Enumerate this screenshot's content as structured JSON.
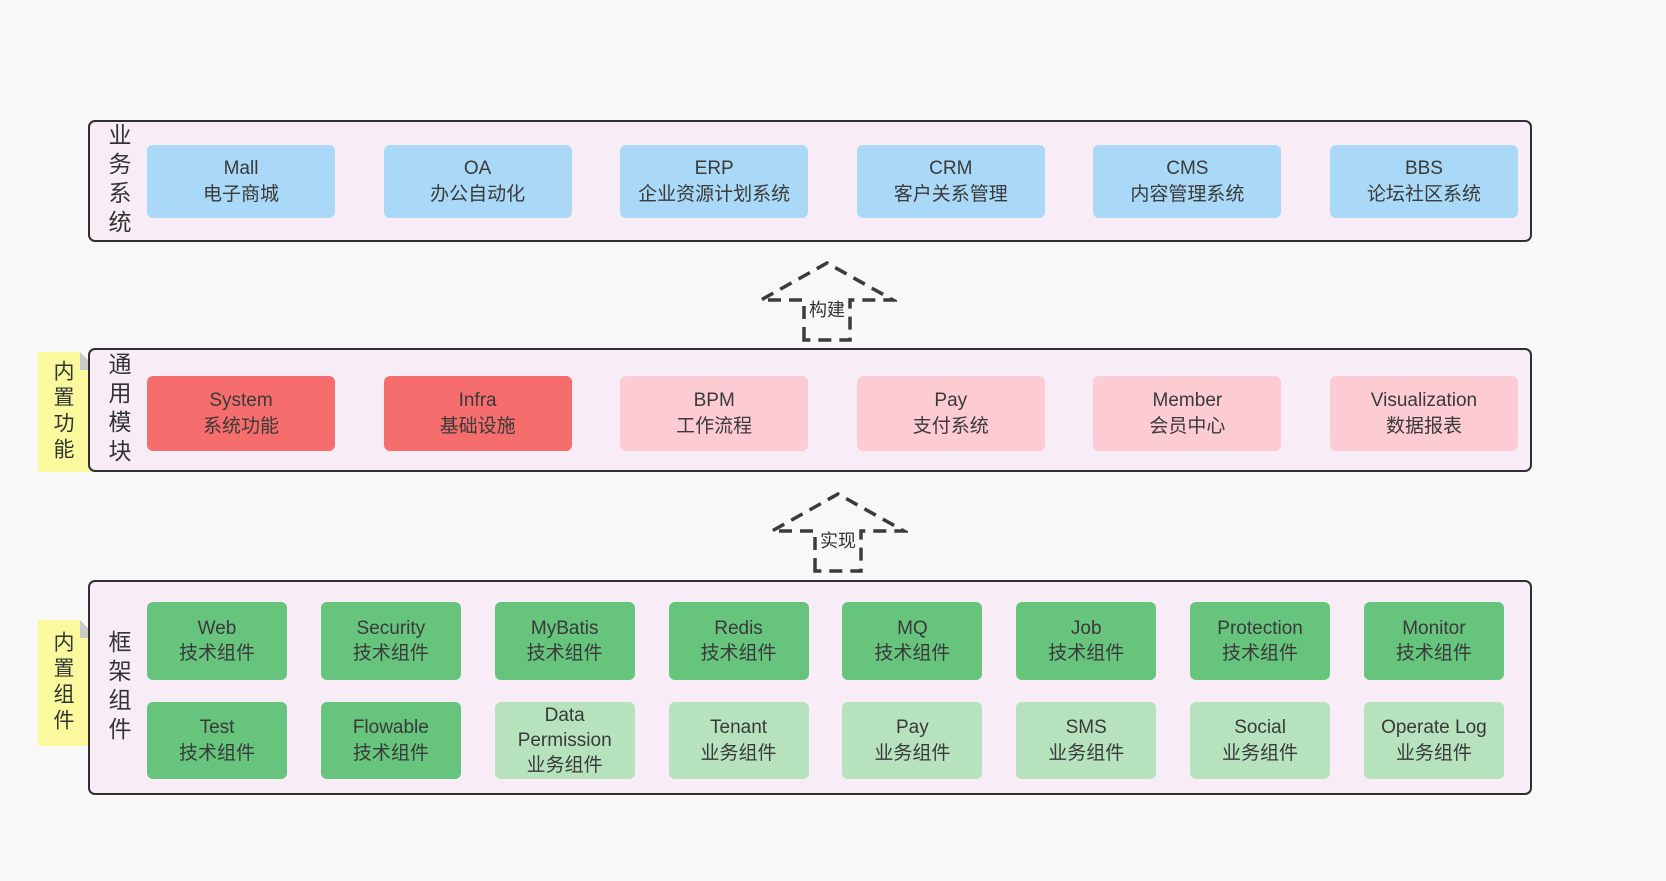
{
  "colors": {
    "page_bg": "#f8f8f8",
    "panel_bg": "#f8edf6",
    "panel_border": "#2f2f2f",
    "blue_box": "#a9d9f7",
    "red_box": "#f56d6d",
    "pink_box": "#fdcbd4",
    "green_box": "#66c47d",
    "light_green_box": "#b6e3bd",
    "sticky_yellow": "#fbf99e",
    "sticky_fold": "#c9c9c9",
    "text": "#3a3a3a"
  },
  "arrows": [
    {
      "label": "构建"
    },
    {
      "label": "实现"
    }
  ],
  "sections": [
    {
      "label": "业务系统",
      "boxes": [
        {
          "title": "Mall",
          "subtitle": "电子商城"
        },
        {
          "title": "OA",
          "subtitle": "办公自动化"
        },
        {
          "title": "ERP",
          "subtitle": "企业资源计划系统"
        },
        {
          "title": "CRM",
          "subtitle": "客户关系管理"
        },
        {
          "title": "CMS",
          "subtitle": "内容管理系统"
        },
        {
          "title": "BBS",
          "subtitle": "论坛社区系统"
        }
      ]
    },
    {
      "label": "通用模块",
      "sticky": "内置功能",
      "boxes": [
        {
          "title": "System",
          "subtitle": "系统功能"
        },
        {
          "title": "Infra",
          "subtitle": "基础设施"
        },
        {
          "title": "BPM",
          "subtitle": "工作流程"
        },
        {
          "title": "Pay",
          "subtitle": "支付系统"
        },
        {
          "title": "Member",
          "subtitle": "会员中心"
        },
        {
          "title": "Visualization",
          "subtitle": "数据报表"
        }
      ]
    },
    {
      "label": "框架组件",
      "sticky": "内置组件",
      "rows": [
        [
          {
            "title": "Web",
            "subtitle": "技术组件"
          },
          {
            "title": "Security",
            "subtitle": "技术组件"
          },
          {
            "title": "MyBatis",
            "subtitle": "技术组件"
          },
          {
            "title": "Redis",
            "subtitle": "技术组件"
          },
          {
            "title": "MQ",
            "subtitle": "技术组件"
          },
          {
            "title": "Job",
            "subtitle": "技术组件"
          },
          {
            "title": "Protection",
            "subtitle": "技术组件"
          },
          {
            "title": "Monitor",
            "subtitle": "技术组件"
          }
        ],
        [
          {
            "title": "Test",
            "subtitle": "技术组件"
          },
          {
            "title": "Flowable",
            "subtitle": "技术组件"
          },
          {
            "title": "Data Permission",
            "subtitle": "业务组件"
          },
          {
            "title": "Tenant",
            "subtitle": "业务组件"
          },
          {
            "title": "Pay",
            "subtitle": "业务组件"
          },
          {
            "title": "SMS",
            "subtitle": "业务组件"
          },
          {
            "title": "Social",
            "subtitle": "业务组件"
          },
          {
            "title": "Operate Log",
            "subtitle": "业务组件"
          }
        ]
      ]
    }
  ]
}
